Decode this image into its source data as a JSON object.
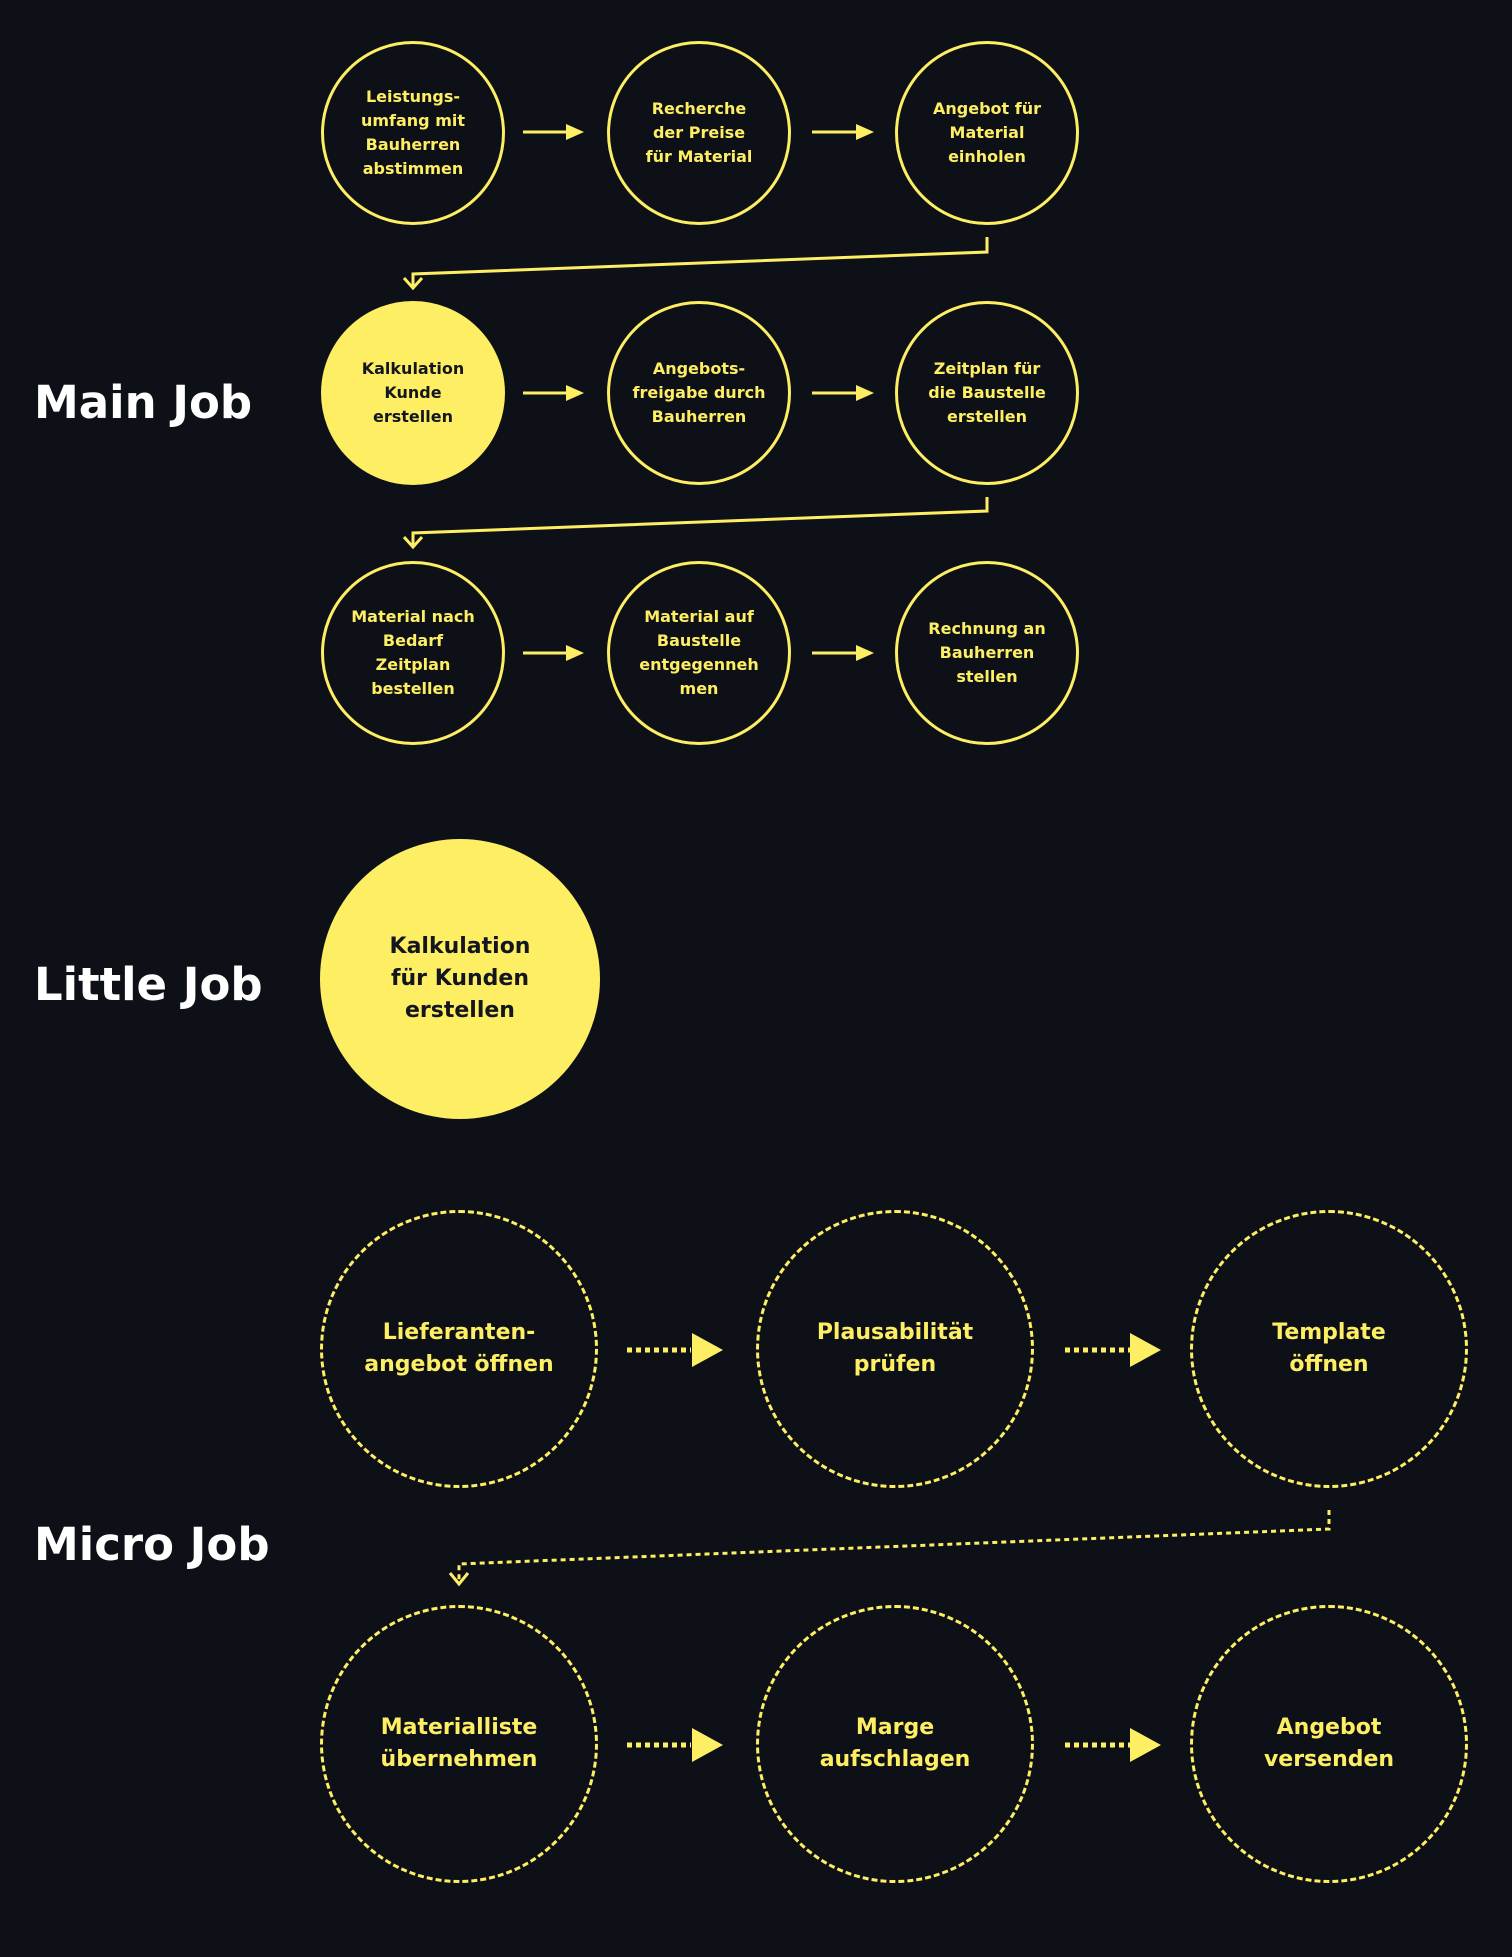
{
  "accent_color": "#fdee63",
  "background_color": "#0e1018",
  "sections": {
    "main": {
      "label": "Main Job"
    },
    "little": {
      "label": "Little Job"
    },
    "micro": {
      "label": "Micro Job"
    }
  },
  "main_job": {
    "steps": [
      "Leistungs-\numfang mit\nBauherren\nabstimmen",
      "Recherche\nder Preise\nfür Material",
      "Angebot für\nMaterial\neinholen",
      "Kalkulation\nKunde\nerstellen",
      "Angebots-\nfreigabe durch\nBauherren",
      "Zeitplan für\ndie Baustelle\nerstellen",
      "Material nach\nBedarf\nZeitplan\nbestellen",
      "Material auf\nBaustelle\nentgegenneh\nmen",
      "Rechnung an\nBauherren\nstellen"
    ]
  },
  "little_job": {
    "step": "Kalkulation\nfür Kunden\nerstellen"
  },
  "micro_job": {
    "steps": [
      "Lieferanten-\nangebot öffnen",
      "Plausabilität\nprüfen",
      "Template\nöffnen",
      "Materialliste\nübernehmen",
      "Marge\naufschlagen",
      "Angebot\nversenden"
    ]
  }
}
